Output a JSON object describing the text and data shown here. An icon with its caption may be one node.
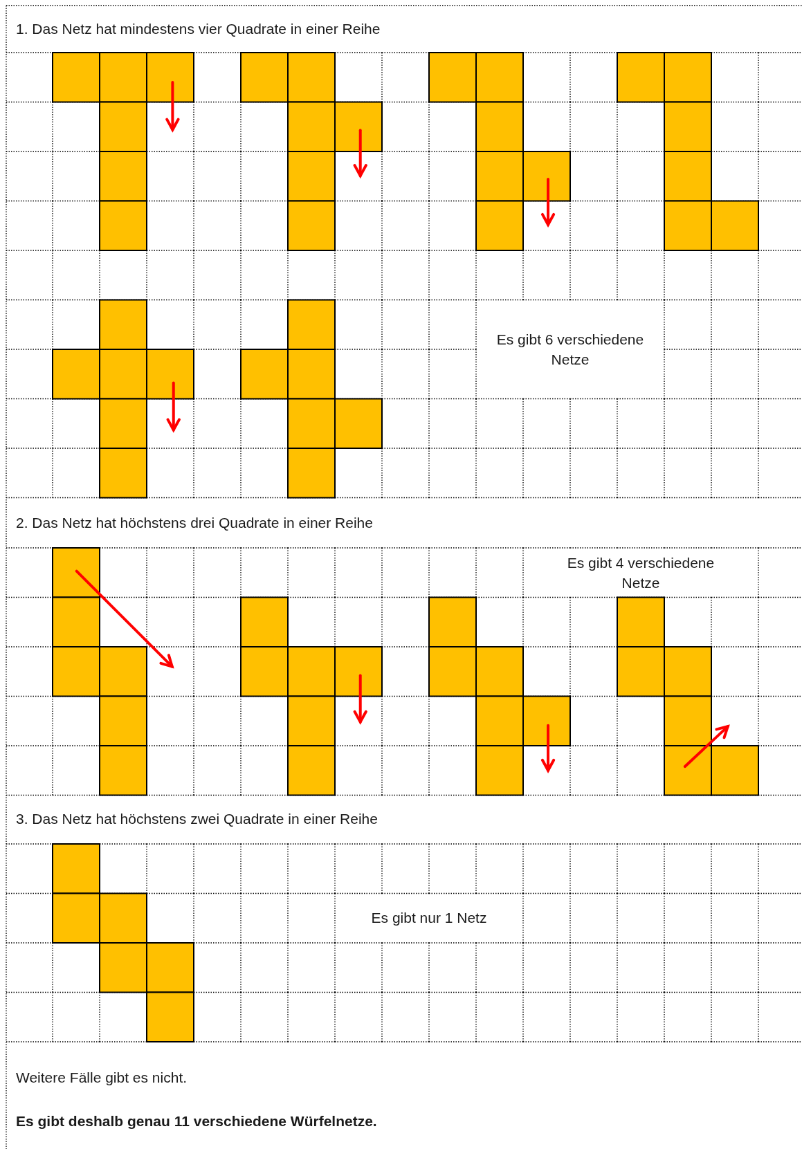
{
  "diagram": {
    "labels": [
      "1. Das Netz hat mindestens vier Quadrate in einer Reihe",
      "Es gibt 6 verschiedene Netze",
      "2. Das Netz hat höchstens drei Quadrate in einer Reihe",
      "Es gibt 4 verschiedene Netze",
      "3. Das Netz hat höchstens zwei Quadrate in einer Reihe",
      "Es gibt nur 1 Netz",
      "Weitere Fälle gibt es nicht.",
      "Es gibt deshalb genau 11 verschiedene Würfelnetze."
    ]
  }
}
